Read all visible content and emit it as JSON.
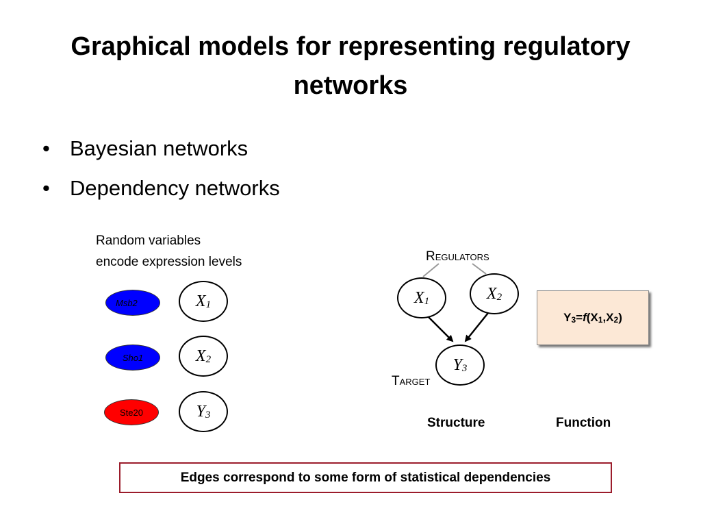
{
  "slide": {
    "title": "Graphical models for representing regulatory networks",
    "bullets": [
      "Bayesian networks",
      "Dependency networks"
    ],
    "bullet_symbol": "•",
    "caption_line1": "Random variables",
    "caption_line2": "encode expression levels"
  },
  "genes": {
    "msb2": "Msb2",
    "sho1": "Sho1",
    "ste20": "Ste20",
    "blue_color": "#0000ff",
    "red_color": "#ff0000"
  },
  "variables": {
    "x1": {
      "letter": "X",
      "sub": "1"
    },
    "x2": {
      "letter": "X",
      "sub": "2"
    },
    "y3": {
      "letter": "Y",
      "sub": "3"
    }
  },
  "diagram": {
    "regulators_label": "Regulators",
    "target_label": "Target",
    "structure_label": "Structure",
    "function_label": "Function",
    "function": {
      "y": "Y",
      "y_sub": "3",
      "eq": "=",
      "f": "f",
      "open": "(X",
      "x1_sub": "1",
      "comma": ",X",
      "x2_sub": "2",
      "close": ")"
    }
  },
  "footer": {
    "text": "Edges correspond to some form of statistical dependencies",
    "border_color": "#9b1c2b"
  }
}
